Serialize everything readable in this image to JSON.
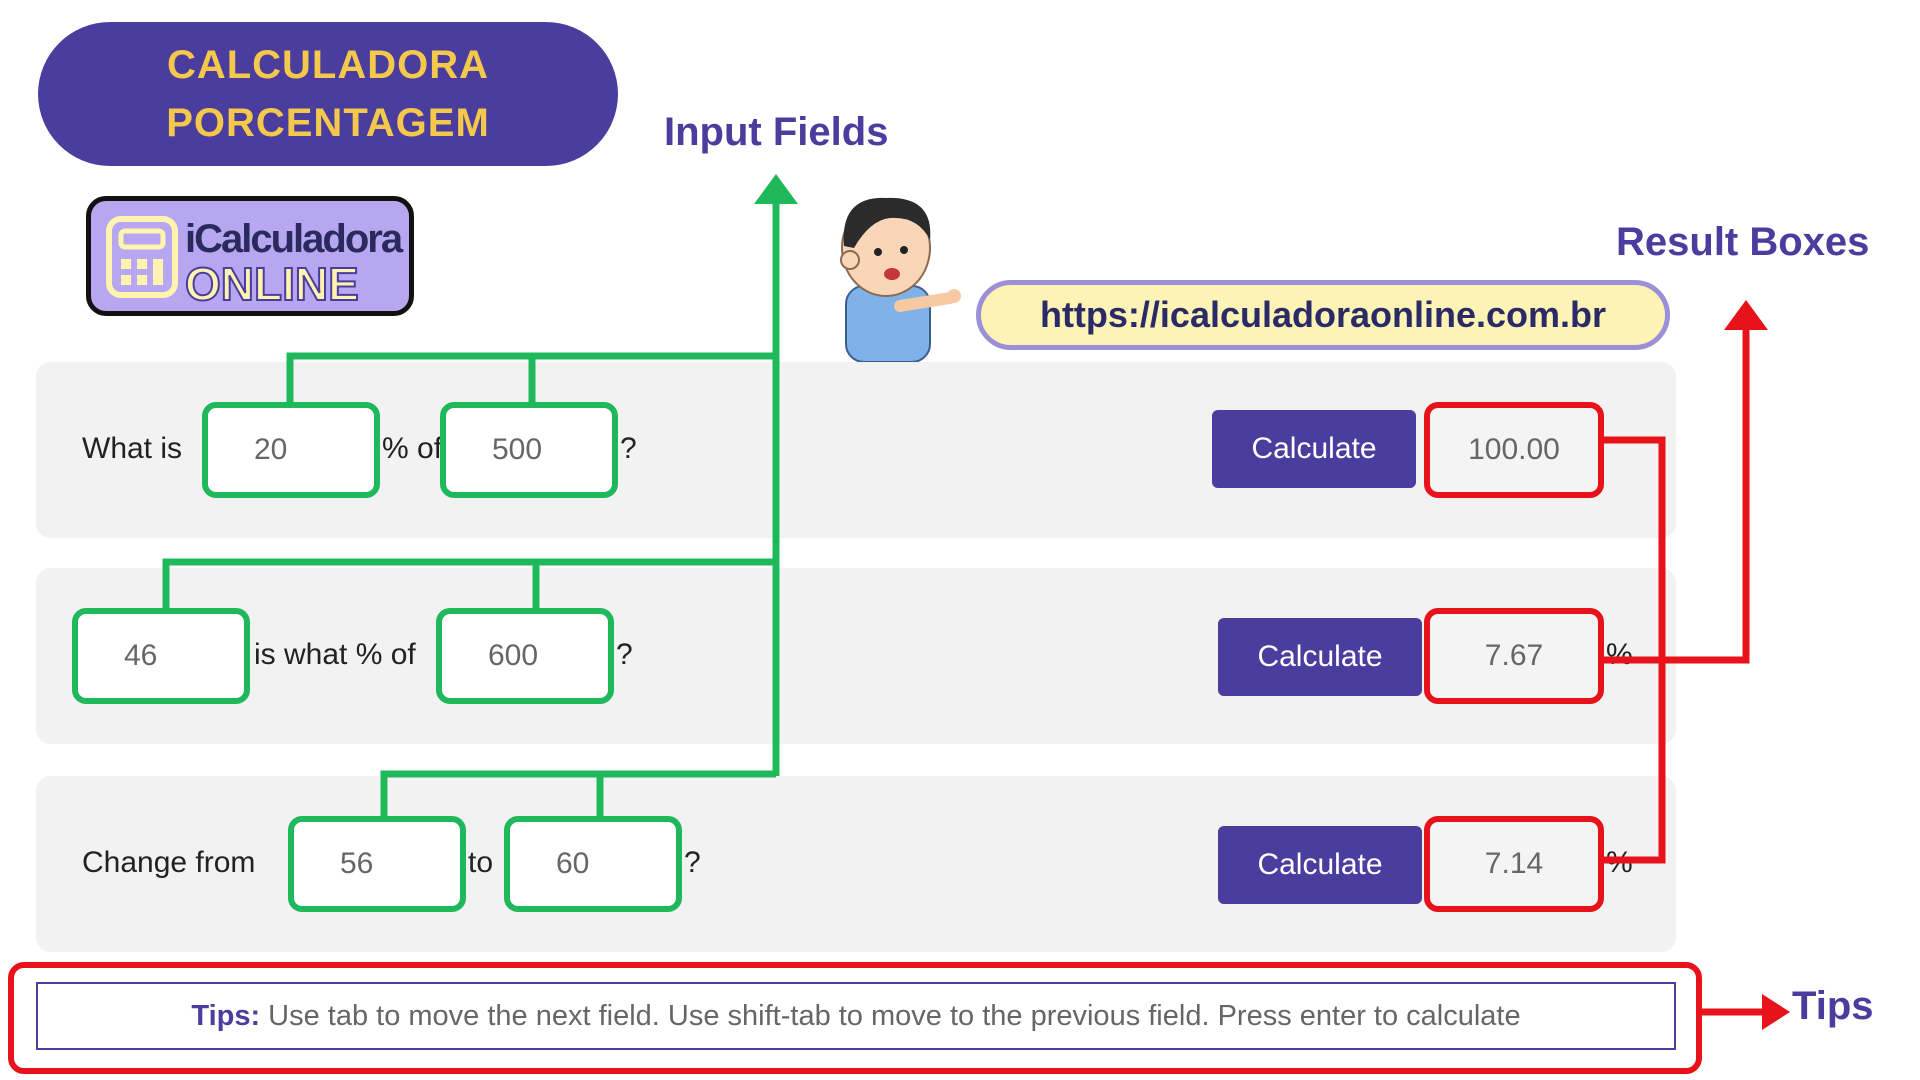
{
  "badge": {
    "line1": "CALCULADORA",
    "line2": "PORCENTAGEM"
  },
  "logo": {
    "line1": "iCalculadora",
    "line2": "ONLINE"
  },
  "annotations": {
    "input_fields": "Input Fields",
    "result_boxes": "Result Boxes",
    "tips": "Tips"
  },
  "url": "https://icalculadoraonline.com.br",
  "rows": [
    {
      "prefix": "What is",
      "mid": "% of",
      "suffix": "?",
      "a": "20",
      "b": "500",
      "button": "Calculate",
      "result": "100.00",
      "unit": ""
    },
    {
      "prefix": "",
      "mid": "is what % of",
      "suffix": "?",
      "a": "46",
      "b": "600",
      "button": "Calculate",
      "result": "7.67",
      "unit": "%"
    },
    {
      "prefix": "Change from",
      "mid": "to",
      "suffix": "?",
      "a": "56",
      "b": "60",
      "button": "Calculate",
      "result": "7.14",
      "unit": "%"
    }
  ],
  "tips": {
    "label": "Tips:",
    "text": "Use tab to move the next field. Use shift-tab to move to the previous field. Press enter to calculate"
  },
  "colors": {
    "accent": "#4b3d9e",
    "input_outline": "#1fb85b",
    "result_outline": "#e8121a",
    "badge_text": "#f3c84b"
  }
}
